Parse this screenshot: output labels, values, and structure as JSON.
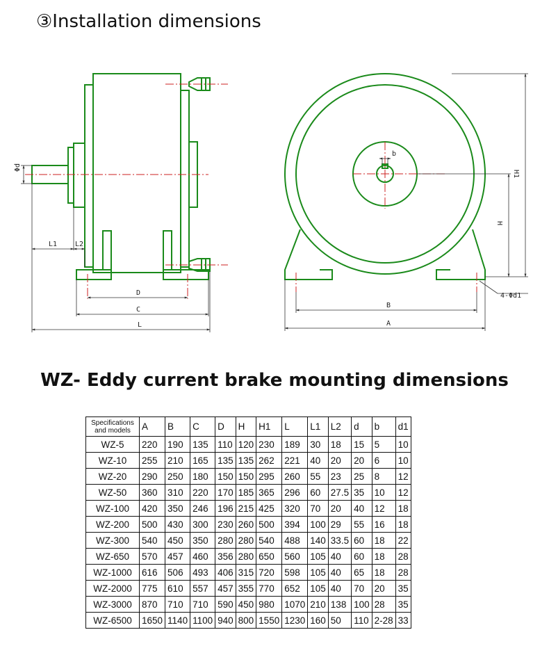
{
  "heading": "③Installation dimensions",
  "subtitle": "WZ- Eddy current brake mounting dimensions",
  "drawing_labels": {
    "phi_d": "Φd",
    "L1": "L1",
    "L2": "L2",
    "D": "D",
    "C": "C",
    "L": "L",
    "b": "b",
    "H": "H",
    "H1": "H1",
    "B": "B",
    "A": "A",
    "holes": "4-Φd1"
  },
  "colors": {
    "outline": "#1a8a1a",
    "centerline": "#cc2222",
    "dimension": "#333333"
  },
  "table": {
    "header_line1": "Specifications",
    "header_line2": "and models",
    "columns": [
      "A",
      "B",
      "C",
      "D",
      "H",
      "H1",
      "L",
      "L1",
      "L2",
      "d",
      "b",
      "d1"
    ],
    "rows": [
      {
        "model": "WZ-5",
        "values": [
          "220",
          "190",
          "135",
          "110",
          "120",
          "230",
          "189",
          "30",
          "18",
          "15",
          "5",
          "10"
        ]
      },
      {
        "model": "WZ-10",
        "values": [
          "255",
          "210",
          "165",
          "135",
          "135",
          "262",
          "221",
          "40",
          "20",
          "20",
          "6",
          "10"
        ]
      },
      {
        "model": "WZ-20",
        "values": [
          "290",
          "250",
          "180",
          "150",
          "150",
          "295",
          "260",
          "55",
          "23",
          "25",
          "8",
          "12"
        ]
      },
      {
        "model": "WZ-50",
        "values": [
          "360",
          "310",
          "220",
          "170",
          "185",
          "365",
          "296",
          "60",
          "27.5",
          "35",
          "10",
          "12"
        ]
      },
      {
        "model": "WZ-100",
        "values": [
          "420",
          "350",
          "246",
          "196",
          "215",
          "425",
          "320",
          "70",
          "20",
          "40",
          "12",
          "18"
        ]
      },
      {
        "model": "WZ-200",
        "values": [
          "500",
          "430",
          "300",
          "230",
          "260",
          "500",
          "394",
          "100",
          "29",
          "55",
          "16",
          "18"
        ]
      },
      {
        "model": "WZ-300",
        "values": [
          "540",
          "450",
          "350",
          "280",
          "280",
          "540",
          "488",
          "140",
          "33.5",
          "60",
          "18",
          "22"
        ]
      },
      {
        "model": "WZ-650",
        "values": [
          "570",
          "457",
          "460",
          "356",
          "280",
          "650",
          "560",
          "105",
          "40",
          "60",
          "18",
          "28"
        ]
      },
      {
        "model": "WZ-1000",
        "values": [
          "616",
          "506",
          "493",
          "406",
          "315",
          "720",
          "598",
          "105",
          "40",
          "65",
          "18",
          "28"
        ]
      },
      {
        "model": "WZ-2000",
        "values": [
          "775",
          "610",
          "557",
          "457",
          "355",
          "770",
          "652",
          "105",
          "40",
          "70",
          "20",
          "35"
        ]
      },
      {
        "model": "WZ-3000",
        "values": [
          "870",
          "710",
          "710",
          "590",
          "450",
          "980",
          "1070",
          "210",
          "138",
          "100",
          "28",
          "35"
        ]
      },
      {
        "model": "WZ-6500",
        "values": [
          "1650",
          "1140",
          "1100",
          "940",
          "800",
          "1550",
          "1230",
          "160",
          "50",
          "110",
          "2-28",
          "33"
        ]
      }
    ]
  }
}
